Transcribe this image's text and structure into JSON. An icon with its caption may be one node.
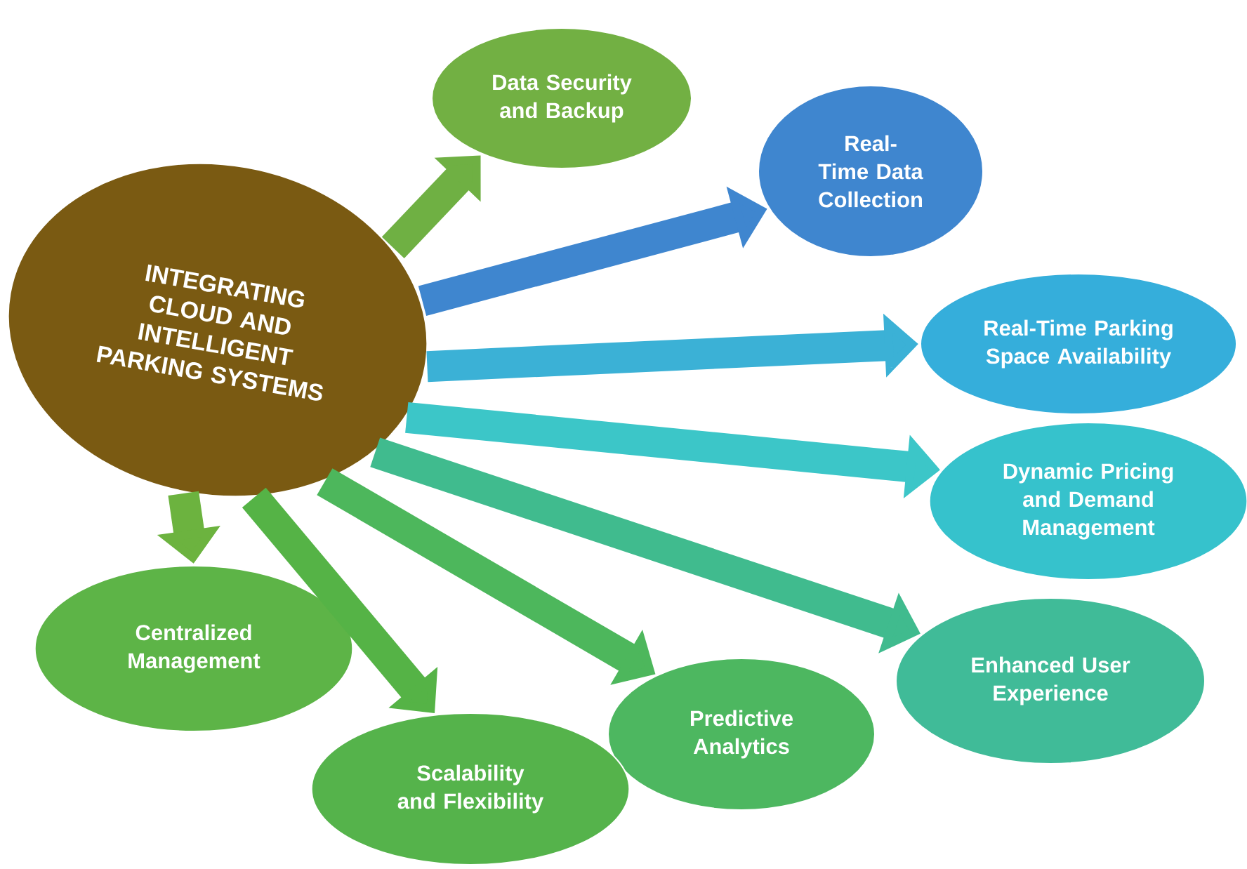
{
  "diagram": {
    "nodes": [
      {
        "text": [
          "INTEGRATING CLOUD AND INTELLIGENT PARKING SYSTEMS"
        ]
      },
      {
        "text": [
          "Data Security and Backup"
        ]
      },
      {
        "text": [
          "Real-Time Data Collection"
        ]
      },
      {
        "text": [
          "Real-Time Parking Space Availability"
        ]
      },
      {
        "text": [
          "Dynamic Pricing and Demand Management"
        ]
      },
      {
        "text": [
          "Enhanced User Experience"
        ]
      },
      {
        "text": [
          "Predictive Analytics"
        ]
      },
      {
        "text": [
          "Scalability and Flexibility"
        ]
      },
      {
        "text": [
          "Centralized Management"
        ]
      }
    ],
    "edges": [
      {
        "from": 0,
        "to": 1,
        "arrow": "to",
        "color": "#6fb043"
      },
      {
        "from": 0,
        "to": 2,
        "arrow": "to",
        "color": "#3f86cf"
      },
      {
        "from": 0,
        "to": 3,
        "arrow": "to",
        "color": "#3bb1d6"
      },
      {
        "from": 0,
        "to": 4,
        "arrow": "to",
        "color": "#3cc6c8"
      },
      {
        "from": 0,
        "to": 5,
        "arrow": "to",
        "color": "#40bb8e"
      },
      {
        "from": 0,
        "to": 6,
        "arrow": "to",
        "color": "#4db75c"
      },
      {
        "from": 0,
        "to": 7,
        "arrow": "to",
        "color": "#55b346"
      },
      {
        "from": 0,
        "to": 8,
        "arrow": "to",
        "color": "#6cb33f"
      }
    ]
  }
}
